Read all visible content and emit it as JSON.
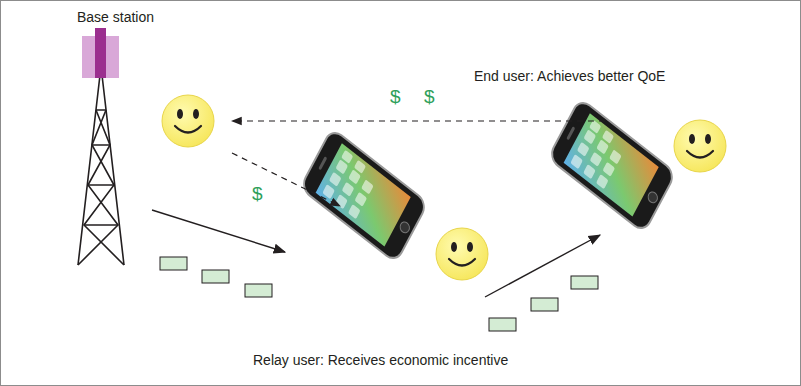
{
  "diagram": {
    "labels": [
      "Base station",
      "$",
      "$",
      "$",
      "End user: Achieves better QoE",
      "Relay user: Receives economic incentive"
    ]
  }
}
